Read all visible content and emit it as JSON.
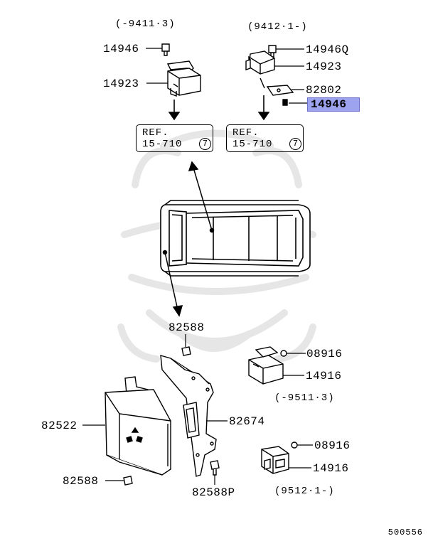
{
  "ranges": {
    "top_left": "(-9411·3)",
    "top_right": "(9412·1-)",
    "mid_right": "(-9511·3)",
    "bottom_right": "(9512·1-)"
  },
  "parts": {
    "p14946_left": "14946",
    "p14923_left": "14923",
    "p14946q": "14946Q",
    "p14923_right": "14923",
    "p82802": "82802",
    "p14946_highlight": "14946",
    "p82588_top": "82588",
    "p08916_top": "08916",
    "p14916_top": "14916",
    "p82522": "82522",
    "p82674": "82674",
    "p82588_bottom": "82588",
    "p82588p": "82588P",
    "p08916_bottom": "08916",
    "p14916_bottom": "14916"
  },
  "ref_left": {
    "line1": "REF.",
    "line2": "15-710",
    "circle": "7"
  },
  "ref_right": {
    "line1": "REF.",
    "line2": "15-710",
    "circle": "7"
  },
  "diagram_code": "500556",
  "colors": {
    "highlight": "#9da3ee",
    "line": "#000000",
    "watermark": "#e9e9e9"
  }
}
